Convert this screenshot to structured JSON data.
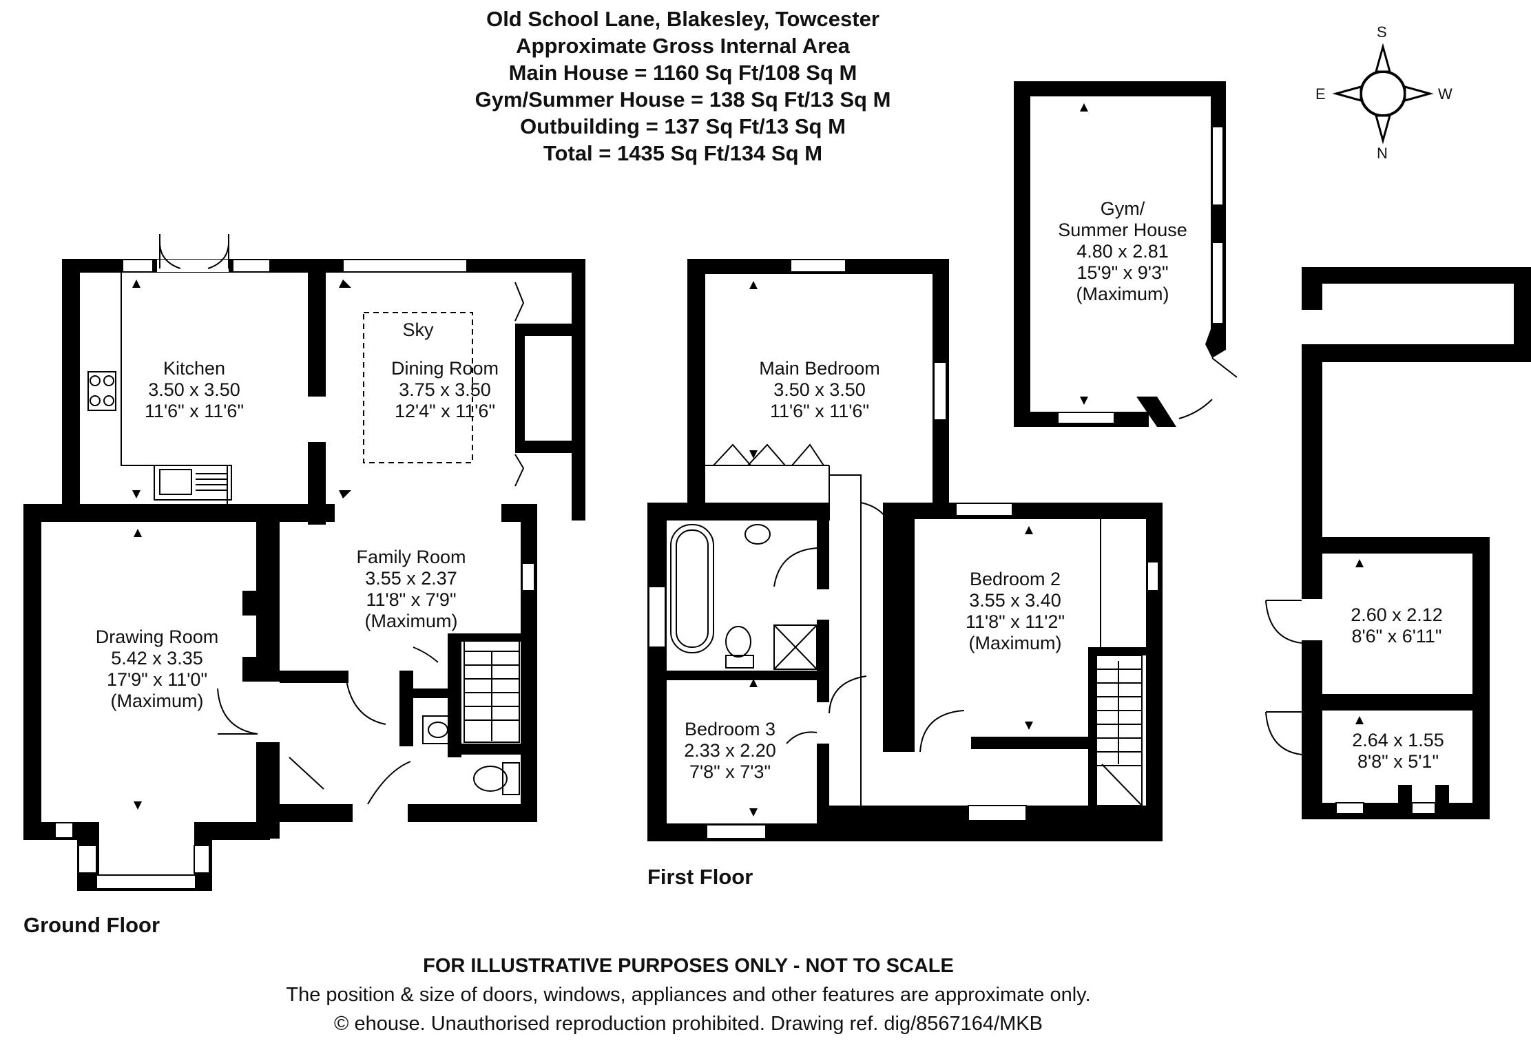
{
  "header": {
    "address": "Old School Lane, Blakesley, Towcester",
    "area_title": "Approximate Gross Internal Area",
    "main_house": "Main House = 1160 Sq Ft/108 Sq M",
    "gym_summer_house": "Gym/Summer House = 138 Sq Ft/13 Sq M",
    "outbuilding": "Outbuilding = 137 Sq Ft/13 Sq M",
    "total": "Total = 1435 Sq Ft/134 Sq M"
  },
  "compass": {
    "top": "S",
    "bottom": "N",
    "left": "E",
    "right": "W"
  },
  "floors": {
    "ground": "Ground Floor",
    "first": "First Floor"
  },
  "rooms": {
    "kitchen": {
      "name": "Kitchen",
      "metric": "3.50 x 3.50",
      "imperial": "11'6\" x 11'6\""
    },
    "dining": {
      "name": "Dining Room",
      "metric": "3.75 x 3.50",
      "imperial": "12'4\" x 11'6\"",
      "sky": "Sky"
    },
    "family": {
      "name": "Family Room",
      "metric": "3.55 x 2.37",
      "imperial": "11'8\" x 7'9\"",
      "note": "(Maximum)"
    },
    "drawing": {
      "name": "Drawing Room",
      "metric": "5.42 x 3.35",
      "imperial": "17'9\" x 11'0\"",
      "note": "(Maximum)"
    },
    "main_bedroom": {
      "name": "Main Bedroom",
      "metric": "3.50 x 3.50",
      "imperial": "11'6\" x 11'6\""
    },
    "bedroom2": {
      "name": "Bedroom 2",
      "metric": "3.55 x 3.40",
      "imperial": "11'8\" x 11'2\"",
      "note": "(Maximum)"
    },
    "bedroom3": {
      "name": "Bedroom 3",
      "metric": "2.33 x 2.20",
      "imperial": "7'8\" x 7'3\""
    },
    "gym": {
      "name1": "Gym/",
      "name2": "Summer House",
      "metric": "4.80 x 2.81",
      "imperial": "15'9\" x 9'3\"",
      "note": "(Maximum)"
    },
    "outbuilding1": {
      "metric": "2.60 x 2.12",
      "imperial": "8'6\" x 6'11\""
    },
    "outbuilding2": {
      "metric": "2.64 x 1.55",
      "imperial": "8'8\" x 5'1\""
    }
  },
  "disclaimer": {
    "line1": "FOR ILLUSTRATIVE PURPOSES ONLY - NOT TO SCALE",
    "line2": "The position & size of doors, windows, appliances and other features are approximate only.",
    "line3": "© ehouse. Unauthorised reproduction prohibited. Drawing ref. dig/8567164/MKB"
  }
}
